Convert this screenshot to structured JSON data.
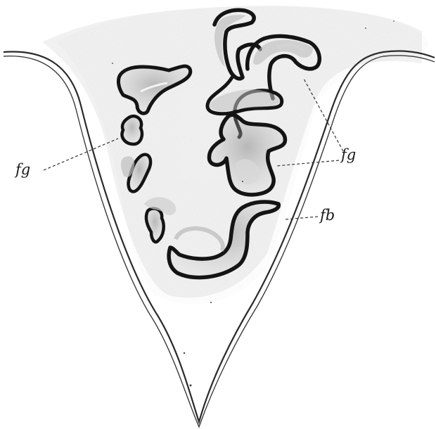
{
  "labels": {
    "fg_left": "fg",
    "fg_right": "fg",
    "fb": "fb"
  },
  "colors": {
    "background": "#ffffff",
    "outline": "#1a1a1a",
    "stipple": "#9a9a9a",
    "fold_fill": "#c8c8c8"
  }
}
